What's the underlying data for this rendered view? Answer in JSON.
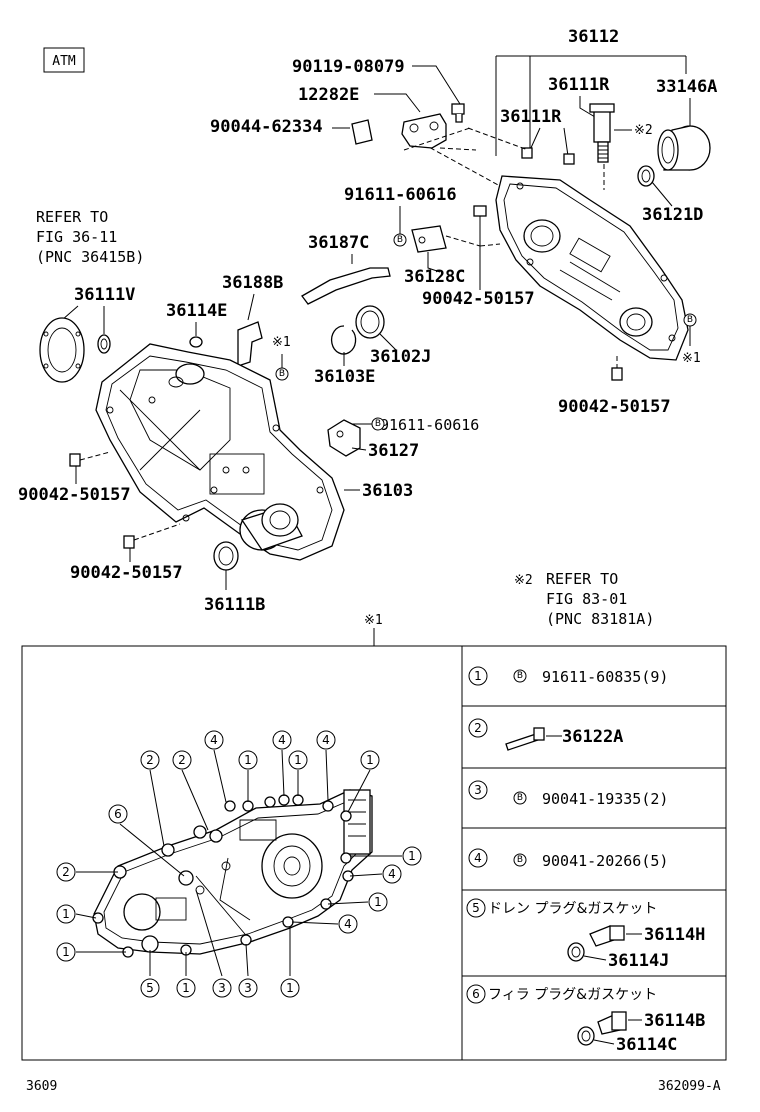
{
  "header": {
    "atm_label": "ATM"
  },
  "labels": {
    "p36112": "36112",
    "p36111R_a": "36111R",
    "p33146A": "33146A",
    "p36111R_b": "36111R",
    "note2_mark": "※2",
    "p90119": "90119-08079",
    "p12282E": "12282E",
    "p90044": "90044-62334",
    "p91611_a": "91611-60616",
    "p36121D": "36121D",
    "refer1_line1": "REFER TO",
    "refer1_line2": "FIG 36-11",
    "refer1_line3": "(PNC 36415B)",
    "p36187C": "36187C",
    "p36128C": "36128C",
    "p90042_a": "90042-50157",
    "p36111V": "36111V",
    "p36188B": "36188B",
    "p36114E": "36114E",
    "note1_mark_a": "※1",
    "note1_mark_b": "※1",
    "p36102J": "36102J",
    "p36103E": "36103E",
    "p90042_b": "90042-50157",
    "p91611_b": "91611-60616",
    "p36127": "36127",
    "p36103": "36103",
    "p90042_c": "90042-50157",
    "p90042_d": "90042-50157",
    "p36111B": "36111B",
    "refer2_mark": "※2",
    "refer2_line1": "REFER TO",
    "refer2_line2": "FIG 83-01",
    "refer2_line3": "(PNC 83181A)",
    "box_mark": "※1",
    "b_symbol": "B"
  },
  "legend": [
    {
      "num": "1",
      "part": "91611-60835(9)",
      "bolt": true
    },
    {
      "num": "2",
      "part": "36122A",
      "bolt": false
    },
    {
      "num": "3",
      "part": "90041-19335(2)",
      "bolt": true
    },
    {
      "num": "4",
      "part": "90041-20266(5)",
      "bolt": true
    },
    {
      "num": "5",
      "title": "ドレン プラグ&ガスケット",
      "part_a": "36114H",
      "part_b": "36114J"
    },
    {
      "num": "6",
      "title": "フィラ プラグ&ガスケット",
      "part_a": "36114B",
      "part_b": "36114C"
    }
  ],
  "callouts": {
    "c2a": "2",
    "c2b": "2",
    "c4a": "4",
    "c1a": "1",
    "c4b": "4",
    "c1b": "1",
    "c4c": "4",
    "c1c": "1",
    "c6": "6",
    "c2c": "2",
    "c1d": "1",
    "c4d": "4",
    "c1e": "1",
    "c4e": "4",
    "c1f": "1",
    "c1g": "1",
    "c5": "5",
    "c1h": "1",
    "c3a": "3",
    "c3b": "3",
    "c1i": "1"
  },
  "footer": {
    "left": "3609",
    "right": "362099-A"
  }
}
